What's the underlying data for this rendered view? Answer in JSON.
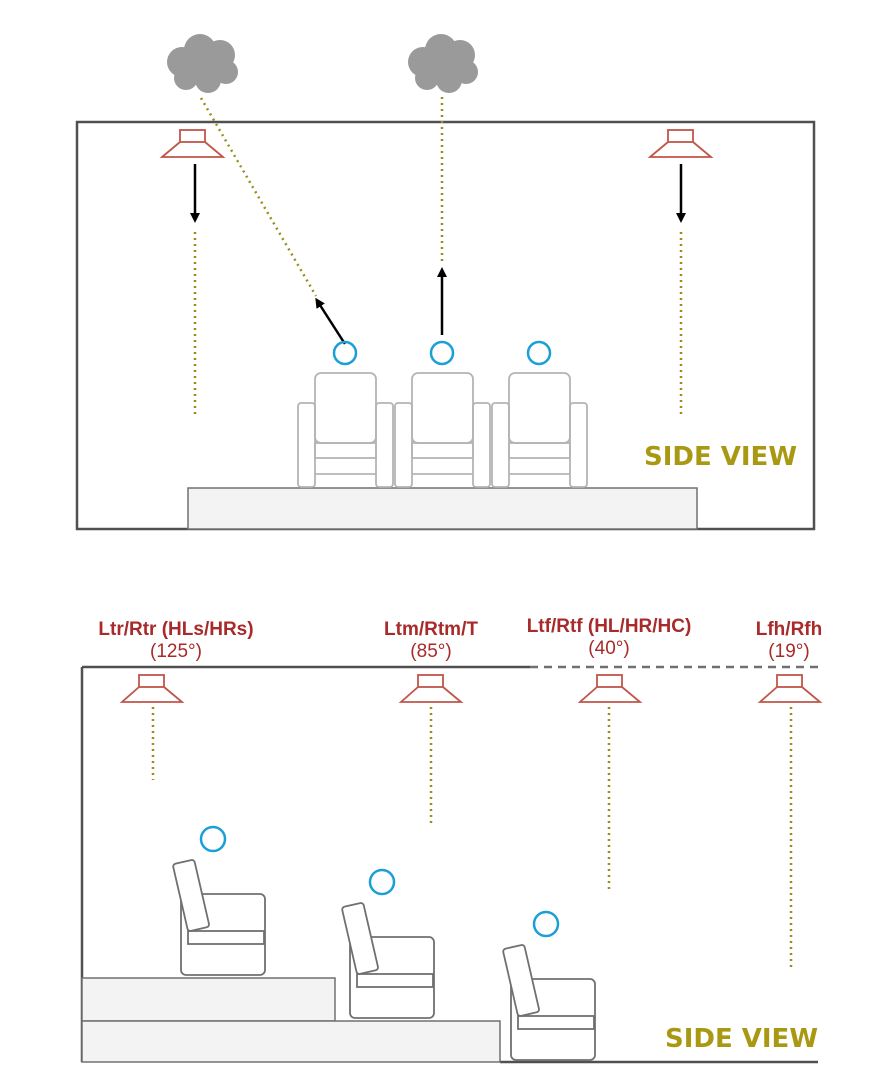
{
  "colors": {
    "speaker": "#c0564a",
    "label": "#a82a2a",
    "trace": "#9a8e1e",
    "head": "#1a9fd6",
    "room": "#505050",
    "seat": "#b4b4b4",
    "seat_dark": "#707070",
    "cloud": "#9a9a9a",
    "side_view": "#a99812"
  },
  "top_diagram": {
    "view_label": "SIDE VIEW",
    "icons": [
      "cloud-icon",
      "cloud-icon",
      "speaker-icon",
      "speaker-icon",
      "arrow-icon",
      "listener-head-icon",
      "theater-seat-icon"
    ]
  },
  "bottom_diagram": {
    "view_label": "SIDE VIEW",
    "speakers": [
      {
        "name": "Ltr/Rtr (HLs/HRs)",
        "angle": "(125°)"
      },
      {
        "name": "Ltm/Rtm/T",
        "angle": "(85°)"
      },
      {
        "name": "Ltf/Rtf (HL/HR/HC)",
        "angle": "(40°)"
      },
      {
        "name": "Lfh/Rfh",
        "angle": "(19°)"
      }
    ]
  }
}
